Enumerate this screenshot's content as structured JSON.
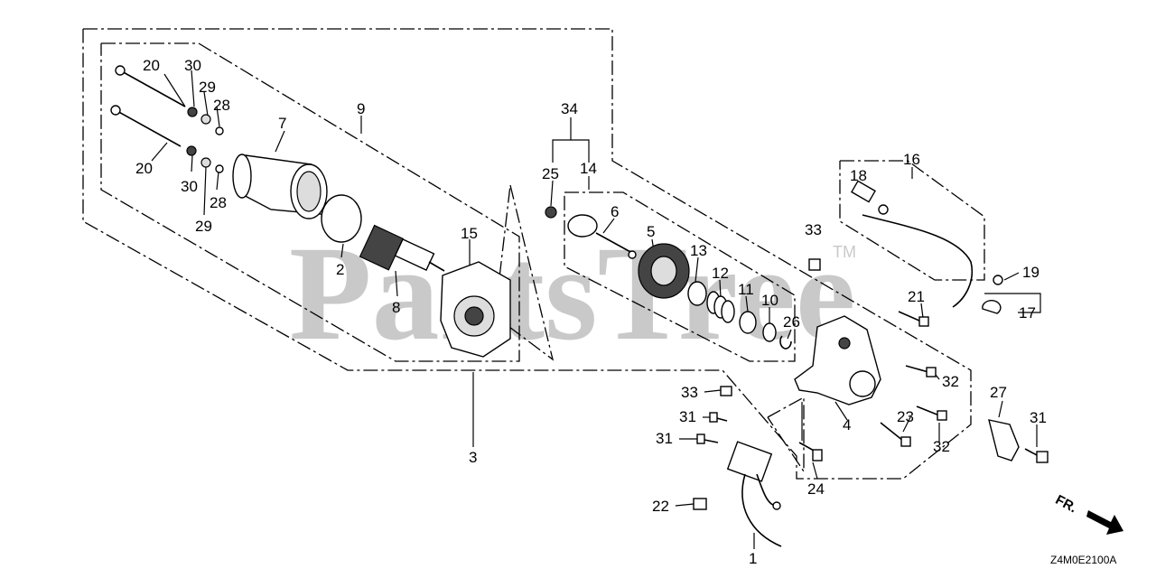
{
  "watermark": {
    "text": "PartsTree",
    "trademark": "TM"
  },
  "diagram_code": "Z4M0E2100A",
  "direction_label": "FR.",
  "callouts": {
    "c20a": "20",
    "c30a": "30",
    "c29a": "29",
    "c28a": "28",
    "c20b": "20",
    "c30b": "30",
    "c28b": "28",
    "c29b": "29",
    "c7": "7",
    "c9": "9",
    "c2": "2",
    "c8": "8",
    "c15": "15",
    "c3": "3",
    "c34": "34",
    "c25": "25",
    "c14": "14",
    "c6": "6",
    "c5": "5",
    "c13": "13",
    "c12": "12",
    "c11": "11",
    "c10": "10",
    "c26": "26",
    "c33a": "33",
    "c33b": "33",
    "c16": "16",
    "c18": "18",
    "c19": "19",
    "c17": "17",
    "c21": "21",
    "c32a": "32",
    "c32b": "32",
    "c4": "4",
    "c23": "23",
    "c27": "27",
    "c31a": "31",
    "c31b": "31",
    "c31c": "31",
    "c22": "22",
    "c24": "24",
    "c1": "1"
  }
}
